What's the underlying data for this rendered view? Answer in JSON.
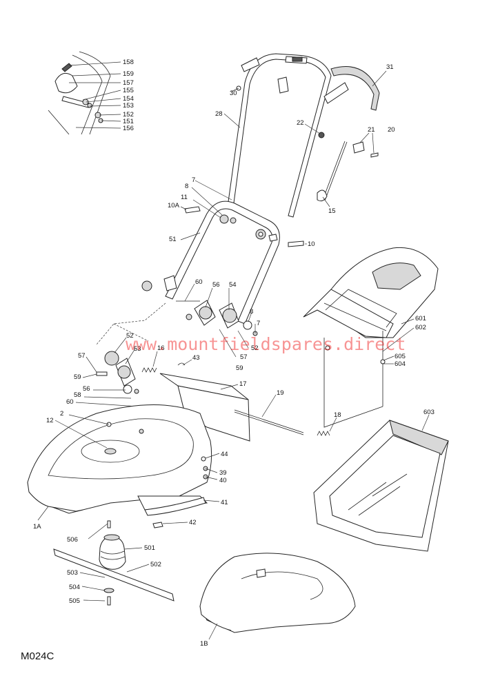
{
  "diagram_code": "M024C",
  "watermark": "www.mountfieldspares.direct",
  "labels": {
    "l158": "158",
    "l159": "159",
    "l157": "157",
    "l155": "155",
    "l154": "154",
    "l153": "153",
    "l152": "152",
    "l151": "151",
    "l156": "156",
    "l31": "31",
    "l30": "30",
    "l28": "28",
    "l22": "22",
    "l21": "21",
    "l20": "20",
    "l15": "15",
    "l7a": "7",
    "l8a": "8",
    "l11": "11",
    "l10A": "10A",
    "l10": "10",
    "l51": "51",
    "l60a": "60",
    "l56a": "56",
    "l54": "54",
    "l8b": "8",
    "l7b": "7",
    "l52a": "52",
    "l52b": "52",
    "l53": "53",
    "l57a": "57",
    "l57b": "57",
    "l59a": "59",
    "l59b": "59",
    "l16": "16",
    "l43": "43",
    "l17": "17",
    "l56b": "56",
    "l58": "58",
    "l60b": "60",
    "l2": "2",
    "l12": "12",
    "l19": "19",
    "l18": "18",
    "l44": "44",
    "l39": "39",
    "l40": "40",
    "l41": "41",
    "l42": "42",
    "l1A": "1A",
    "l506": "506",
    "l501": "501",
    "l502": "502",
    "l503": "503",
    "l504": "504",
    "l505": "505",
    "l1B": "1B",
    "l601": "601",
    "l602": "602",
    "l605": "605",
    "l604": "604",
    "l603": "603"
  }
}
